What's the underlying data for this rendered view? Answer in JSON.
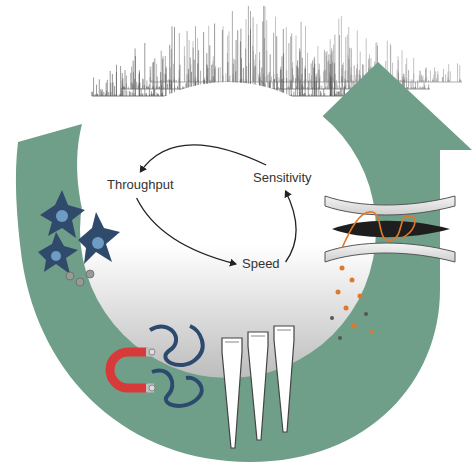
{
  "diagram": {
    "nodes": [
      {
        "text": [
          "Sensitivity"
        ]
      },
      {
        "text": [
          "Throughput"
        ]
      },
      {
        "text": [
          "Speed"
        ]
      }
    ],
    "edges": [
      {
        "from": 0,
        "to": 1,
        "arrow": "to"
      },
      {
        "from": 1,
        "to": 2,
        "arrow": "to"
      },
      {
        "from": 2,
        "to": 0,
        "arrow": "to"
      }
    ]
  }
}
